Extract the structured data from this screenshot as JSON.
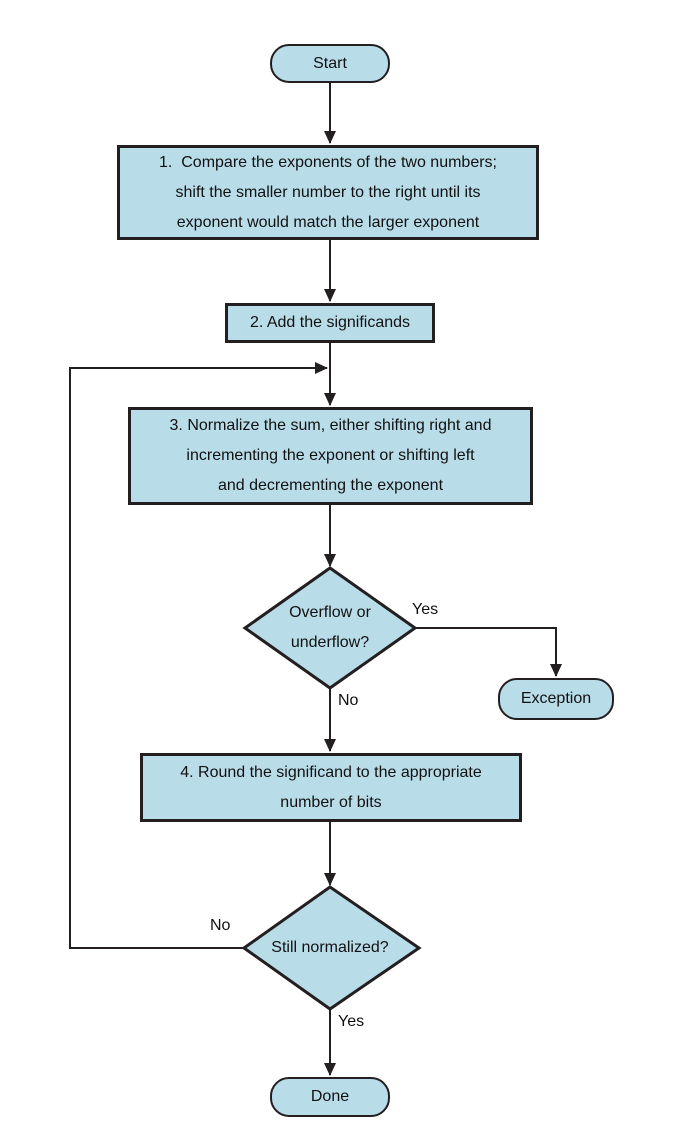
{
  "diagram": {
    "name": "floating-point-addition-flowchart",
    "nodes": {
      "start": {
        "label": "Start"
      },
      "step1": {
        "label": "1.  Compare the exponents of the two numbers;\nshift the smaller number to the right until its\nexponent would match the larger exponent"
      },
      "step2": {
        "label": "2. Add the significands"
      },
      "step3": {
        "label": "3. Normalize the sum, either shifting right and\nincrementing the exponent or shifting left\nand decrementing the exponent"
      },
      "decision_overflow": {
        "label": "Overflow or\nunderflow?"
      },
      "exception": {
        "label": "Exception"
      },
      "step4": {
        "label": "4. Round the significand to the appropriate\nnumber of bits"
      },
      "decision_normalized": {
        "label": "Still normalized?"
      },
      "done": {
        "label": "Done"
      }
    },
    "edge_labels": {
      "overflow_yes": "Yes",
      "overflow_no": "No",
      "normalized_no": "No",
      "normalized_yes": "Yes"
    }
  },
  "colors": {
    "node_fill": "#b9dce9",
    "ink": "#231f20",
    "background": "#ffffff"
  }
}
